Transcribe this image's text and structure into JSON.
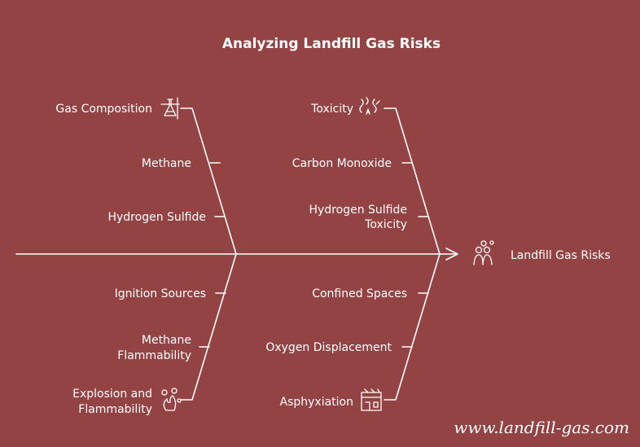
{
  "title": "Analyzing Landfill Gas Risks",
  "effect": "Landfill Gas Risks",
  "categories": {
    "gas_composition": {
      "label": "Gas Composition",
      "causes": [
        "Methane",
        "Hydrogen Sulfide"
      ],
      "icon": "flask-icon"
    },
    "toxicity": {
      "label": "Toxicity",
      "causes": [
        "Carbon Monoxide",
        "Hydrogen Sulfide",
        "Toxicity"
      ],
      "icon": "fumes-icon"
    },
    "explosion": {
      "label_line1": "Explosion and",
      "label_line2": "Flammability",
      "causes": [
        "Ignition Sources",
        "Methane",
        "Flammability"
      ],
      "icon": "fire-icon"
    },
    "asphyxiation": {
      "label": "Asphyxiation",
      "causes": [
        "Confined Spaces",
        "Oxygen Displacement"
      ],
      "icon": "building-icon"
    }
  },
  "effect_icon": "people-bubble-icon",
  "watermark": "www.landfill-gas.com"
}
